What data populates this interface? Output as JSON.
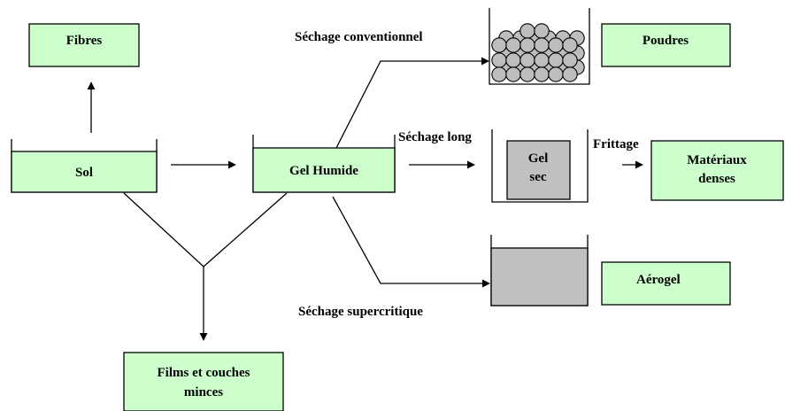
{
  "boxes": {
    "fibres": "Fibres",
    "sol": "Sol",
    "gel_humide": "Gel Humide",
    "films_line1": "Films et couches",
    "films_line2": "minces",
    "poudres": "Poudres",
    "gel_sec_line1": "Gel",
    "gel_sec_line2": "sec",
    "materiaux_line1": "Matériaux",
    "materiaux_line2": "denses",
    "aerogel": "Aérogel"
  },
  "labels": {
    "sechage_conventionnel": "Séchage conventionnel",
    "sechage_long": "Séchage long",
    "frittage": "Frittage",
    "sechage_supercritique": "Séchage supercritique"
  },
  "colors": {
    "box_fill": "#ccffcc",
    "powder_ball": "#bdbdbd",
    "grey_fill": "#c0c0c0"
  }
}
